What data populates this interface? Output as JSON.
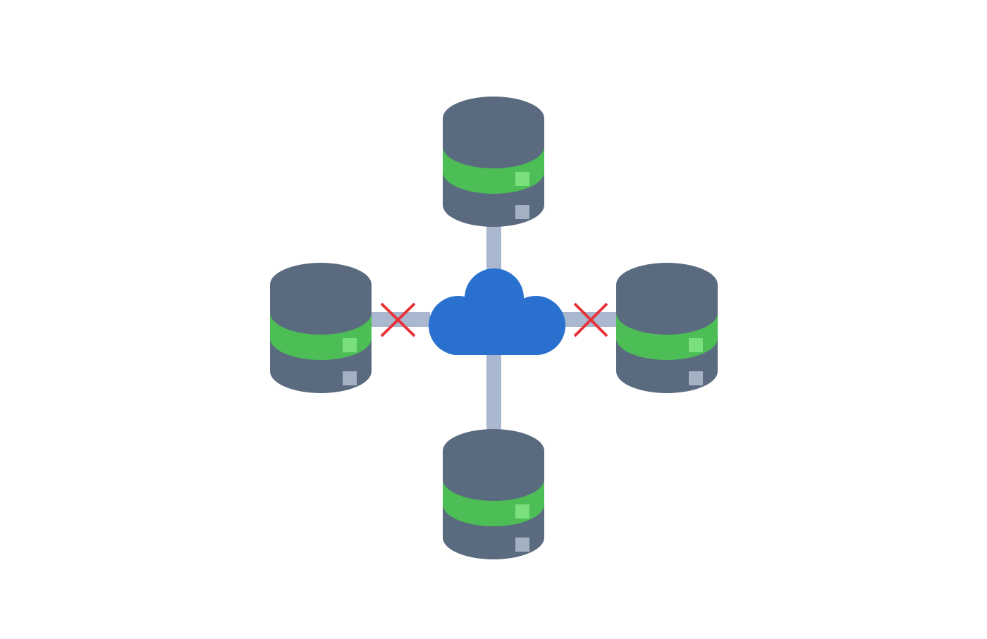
{
  "diagram": {
    "hub": {
      "kind": "cloud",
      "icon": "cloud-icon"
    },
    "nodes": [
      {
        "id": "top",
        "icon": "database-icon",
        "connection": "connected"
      },
      {
        "id": "left",
        "icon": "database-icon",
        "connection": "disconnected"
      },
      {
        "id": "right",
        "icon": "database-icon",
        "connection": "disconnected"
      },
      {
        "id": "bottom",
        "icon": "database-icon",
        "connection": "connected"
      }
    ],
    "colors": {
      "background": "#ffffff",
      "database_body": "#5a6b7f",
      "database_band": "#4dbd55",
      "database_light_green": "#7ae07e",
      "database_light_gray": "#a4b1c3",
      "link": "#a9b8cf",
      "cloud": "#2a71cf",
      "disconnect_mark": "#e8323a"
    }
  }
}
